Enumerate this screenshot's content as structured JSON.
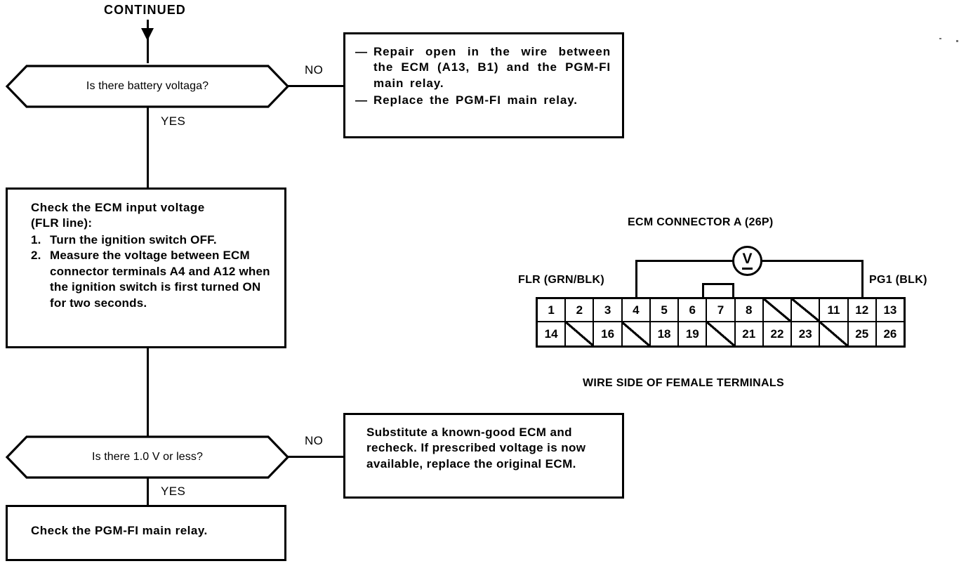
{
  "document": {
    "title": "ECM Input Voltage Troubleshooting Flowchart",
    "type": "automotive-service-manual-flowchart"
  },
  "flowchart": {
    "entry_label": "CONTINUED",
    "branch_yes": "YES",
    "branch_no": "NO",
    "decision_1": {
      "text": "Is there battery voltaga?"
    },
    "decision_1_no_action": {
      "items": [
        {
          "bullet": "—",
          "text": "Repair open in the wire between the ECM (A13, B1) and the PGM-FI main relay."
        },
        {
          "bullet": "—",
          "text": "Replace the PGM-FI main relay."
        }
      ]
    },
    "process_check": {
      "title_line1": "Check the ECM input voltage",
      "title_line2": "(FLR line):",
      "steps": [
        {
          "num": "1.",
          "text": "Turn the ignition switch OFF."
        },
        {
          "num": "2.",
          "text": "Measure the voltage between ECM connector terminals A4 and A12 when the ignition switch is first turned ON for two seconds."
        }
      ]
    },
    "decision_2": {
      "text": "Is there 1.0 V or less?"
    },
    "decision_2_no_action": {
      "text": "Substitute a known-good ECM and recheck. If prescribed voltage is now available, replace the original ECM."
    },
    "final_action": {
      "text": "Check the PGM-FI main relay."
    }
  },
  "connector_diagram": {
    "title": "ECM CONNECTOR A (26P)",
    "caption": "WIRE SIDE OF FEMALE TERMINALS",
    "left_label": "FLR (GRN/BLK)",
    "right_label": "PG1 (BLK)",
    "meter_symbol": "V",
    "meter_probe_left_pin": "4",
    "meter_probe_right_pin": "12",
    "pins_top": [
      {
        "label": "1",
        "blank": false
      },
      {
        "label": "2",
        "blank": false
      },
      {
        "label": "3",
        "blank": false
      },
      {
        "label": "4",
        "blank": false
      },
      {
        "label": "5",
        "blank": false
      },
      {
        "label": "6",
        "blank": false
      },
      {
        "label": "7",
        "blank": false
      },
      {
        "label": "8",
        "blank": false
      },
      {
        "label": "",
        "blank": true
      },
      {
        "label": "",
        "blank": true
      },
      {
        "label": "11",
        "blank": false
      },
      {
        "label": "12",
        "blank": false
      },
      {
        "label": "13",
        "blank": false
      }
    ],
    "pins_bottom": [
      {
        "label": "14",
        "blank": false
      },
      {
        "label": "",
        "blank": true
      },
      {
        "label": "16",
        "blank": false
      },
      {
        "label": "",
        "blank": true
      },
      {
        "label": "18",
        "blank": false
      },
      {
        "label": "19",
        "blank": false
      },
      {
        "label": "",
        "blank": true
      },
      {
        "label": "21",
        "blank": false
      },
      {
        "label": "22",
        "blank": false
      },
      {
        "label": "23",
        "blank": false
      },
      {
        "label": "",
        "blank": true
      },
      {
        "label": "25",
        "blank": false
      },
      {
        "label": "26",
        "blank": false
      }
    ]
  },
  "colors": {
    "ink": "#000000",
    "paper": "#ffffff"
  }
}
